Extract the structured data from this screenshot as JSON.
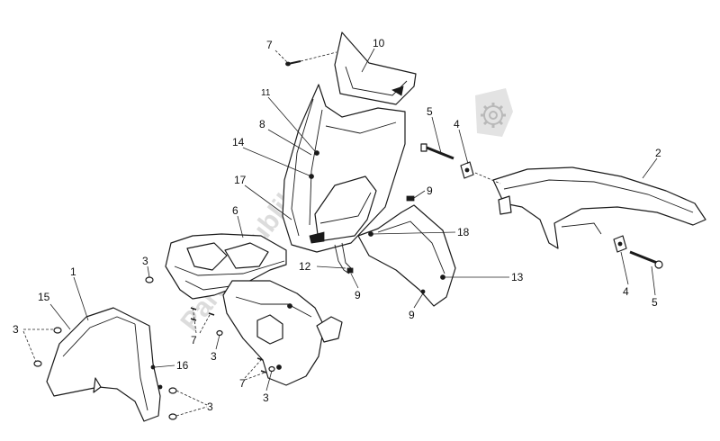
{
  "watermark": {
    "text": "Partsrepublik"
  },
  "callouts": [
    {
      "id": "c7a",
      "text": "7"
    },
    {
      "id": "c10",
      "text": "10"
    },
    {
      "id": "c11",
      "text": "11"
    },
    {
      "id": "c8",
      "text": "8"
    },
    {
      "id": "c14",
      "text": "14"
    },
    {
      "id": "c17",
      "text": "17"
    },
    {
      "id": "c5a",
      "text": "5"
    },
    {
      "id": "c4a",
      "text": "4"
    },
    {
      "id": "c2",
      "text": "2"
    },
    {
      "id": "c9a",
      "text": "9"
    },
    {
      "id": "c18",
      "text": "18"
    },
    {
      "id": "c6",
      "text": "6"
    },
    {
      "id": "c3a",
      "text": "3"
    },
    {
      "id": "c12",
      "text": "12"
    },
    {
      "id": "c9b",
      "text": "9"
    },
    {
      "id": "c13",
      "text": "13"
    },
    {
      "id": "c9c",
      "text": "9"
    },
    {
      "id": "c4b",
      "text": "4"
    },
    {
      "id": "c5b",
      "text": "5"
    },
    {
      "id": "c1",
      "text": "1"
    },
    {
      "id": "c15",
      "text": "15"
    },
    {
      "id": "c3b",
      "text": "3"
    },
    {
      "id": "c7b",
      "text": "7"
    },
    {
      "id": "c3c",
      "text": "3"
    },
    {
      "id": "c16",
      "text": "16"
    },
    {
      "id": "c7c",
      "text": "7"
    },
    {
      "id": "c3d",
      "text": "3"
    },
    {
      "id": "c3e",
      "text": "3"
    }
  ]
}
